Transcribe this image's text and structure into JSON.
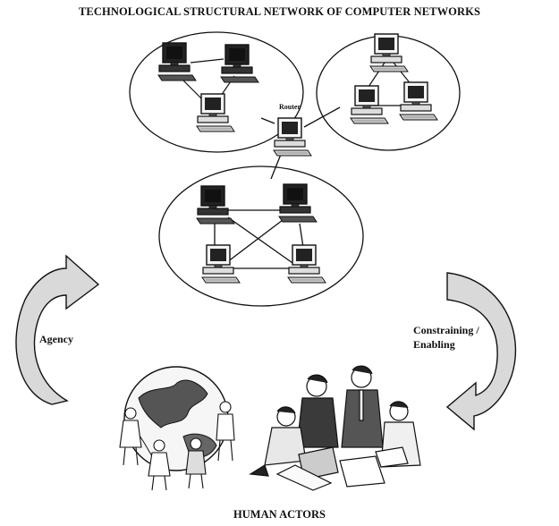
{
  "title_top": "TECHNOLOGICAL STRUCTURAL NETWORK OF COMPUTER NETWORKS",
  "title_bottom": "HUMAN ACTORS",
  "agency": "Agency",
  "constraining": "Constraining / Enabling",
  "router": "Router",
  "icons": {
    "computer": "desktop-computer-icon",
    "globe": "globe-with-people-icon",
    "business_group": "business-people-icon",
    "arrow": "curved-arrow-icon"
  },
  "colors": {
    "ink": "#111111",
    "arrow_fill": "#d9d9d9",
    "screen": "#2a2a2a"
  }
}
